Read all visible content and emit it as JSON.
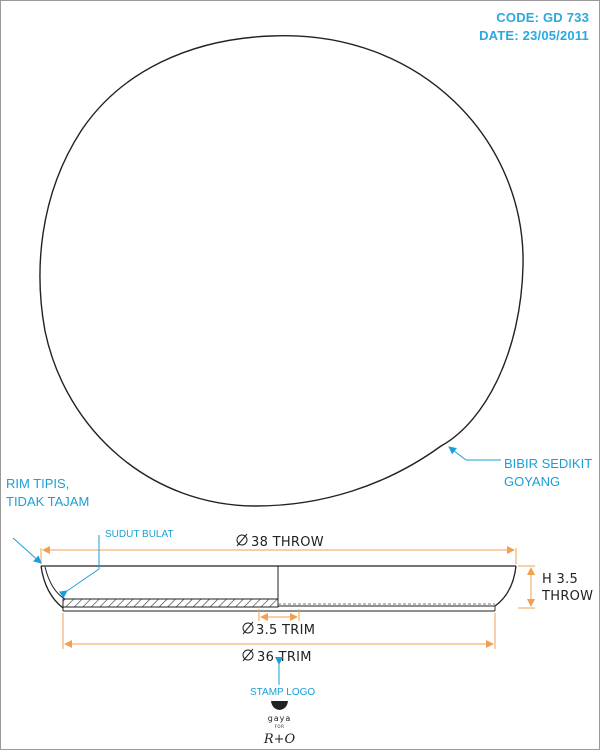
{
  "header": {
    "code": "CODE: GD 733",
    "date": "DATE: 23/05/2011"
  },
  "notes": {
    "rim_line1": "RIM TIPIS,",
    "rim_line2": "TIDAK TAJAM",
    "corner": "SUDUT BULAT",
    "wobble_line1": "BIBIR SEDIKIT",
    "wobble_line2": "GOYANG",
    "stamp": "STAMP LOGO"
  },
  "dimensions": {
    "diameter_throw": "38 THROW",
    "height_line1": "H 3.5",
    "height_line2": "THROW",
    "trim_3_5": "3.5 TRIM",
    "diameter_trim": "36 TRIM"
  },
  "logo": {
    "word": "gaya",
    "for": "FOR",
    "mark": "R+O"
  },
  "colors": {
    "header": "#29a9e0",
    "notes": "#1a9fd8",
    "dimension_lines": "#f0a050",
    "outline": "#222222"
  }
}
